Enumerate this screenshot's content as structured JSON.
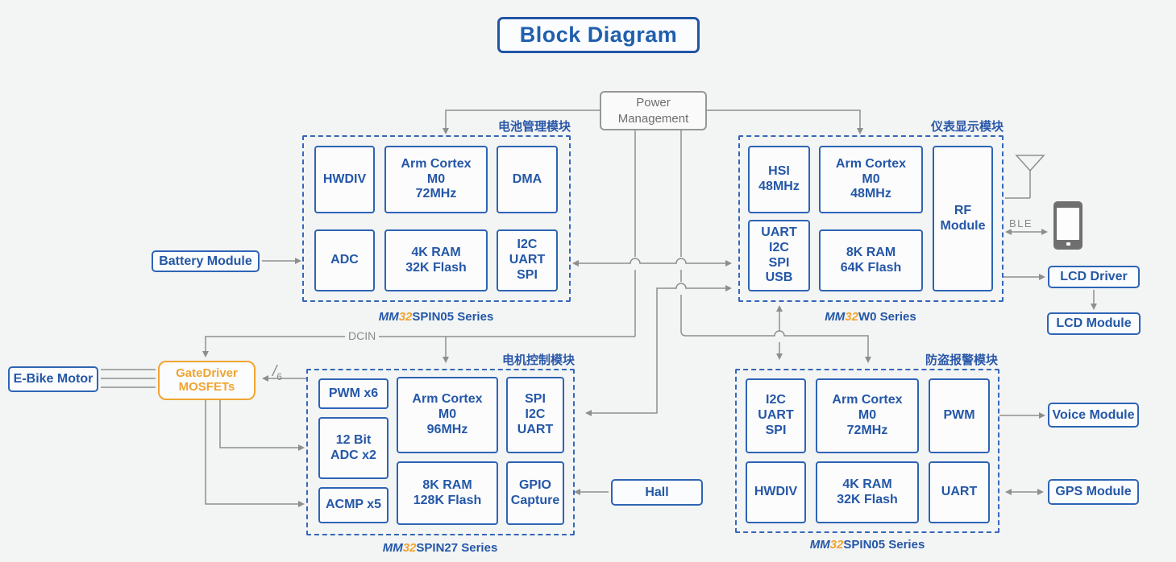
{
  "title": "Block Diagram",
  "power_management": "Power\nManagement",
  "labels": {
    "dcin": "DCIN",
    "ble": "BLE",
    "bus_slash": "/",
    "bus_sub": "6"
  },
  "colors": {
    "blue": "#2457a7",
    "orange": "#f0a432",
    "gray": "#8e8e8e"
  },
  "modules": {
    "battery": {
      "title": "电池管理模块",
      "series_mm": "MM",
      "series_num": "32",
      "series_rest": "SPIN05 Series",
      "blocks": {
        "hwdiv": "HWDIV",
        "cortex": "Arm Cortex\nM0\n72MHz",
        "dma": "DMA",
        "adc": "ADC",
        "ram": "4K RAM\n32K Flash",
        "comm": "I2C\nUART\nSPI"
      }
    },
    "display": {
      "title": "仪表显示模块",
      "series_mm": "MM",
      "series_num": "32",
      "series_rest": "W0 Series",
      "blocks": {
        "hsi": "HSI\n48MHz",
        "cortex": "Arm Cortex\nM0\n48MHz",
        "rf": "RF\nModule",
        "comm": "UART\nI2C\nSPI\nUSB",
        "ram": "8K RAM\n64K Flash"
      }
    },
    "motor": {
      "title": "电机控制模块",
      "series_mm": "MM",
      "series_num": "32",
      "series_rest": "SPIN27 Series",
      "blocks": {
        "pwm": "PWM x6",
        "adc": "12 Bit\nADC x2",
        "acmp": "ACMP x5",
        "cortex": "Arm Cortex\nM0\n96MHz",
        "ram": "8K RAM\n128K Flash",
        "comm": "SPI\nI2C\nUART",
        "gpio": "GPIO\nCapture"
      }
    },
    "alarm": {
      "title": "防盗报警模块",
      "series_mm": "MM",
      "series_num": "32",
      "series_rest": "SPIN05 Series",
      "blocks": {
        "comm": "I2C\nUART\nSPI",
        "cortex": "Arm Cortex\nM0\n72MHz",
        "pwm": "PWM",
        "hwdiv": "HWDIV",
        "ram": "4K RAM\n32K Flash",
        "uart": "UART"
      }
    }
  },
  "peripherals": {
    "battery_module": "Battery Module",
    "ebike_motor": "E-Bike Motor",
    "gatedriver": "GateDriver\nMOSFETs",
    "hall": "Hall",
    "lcd_driver": "LCD Driver",
    "lcd_module": "LCD Module",
    "voice_module": "Voice Module",
    "gps_module": "GPS Module"
  }
}
